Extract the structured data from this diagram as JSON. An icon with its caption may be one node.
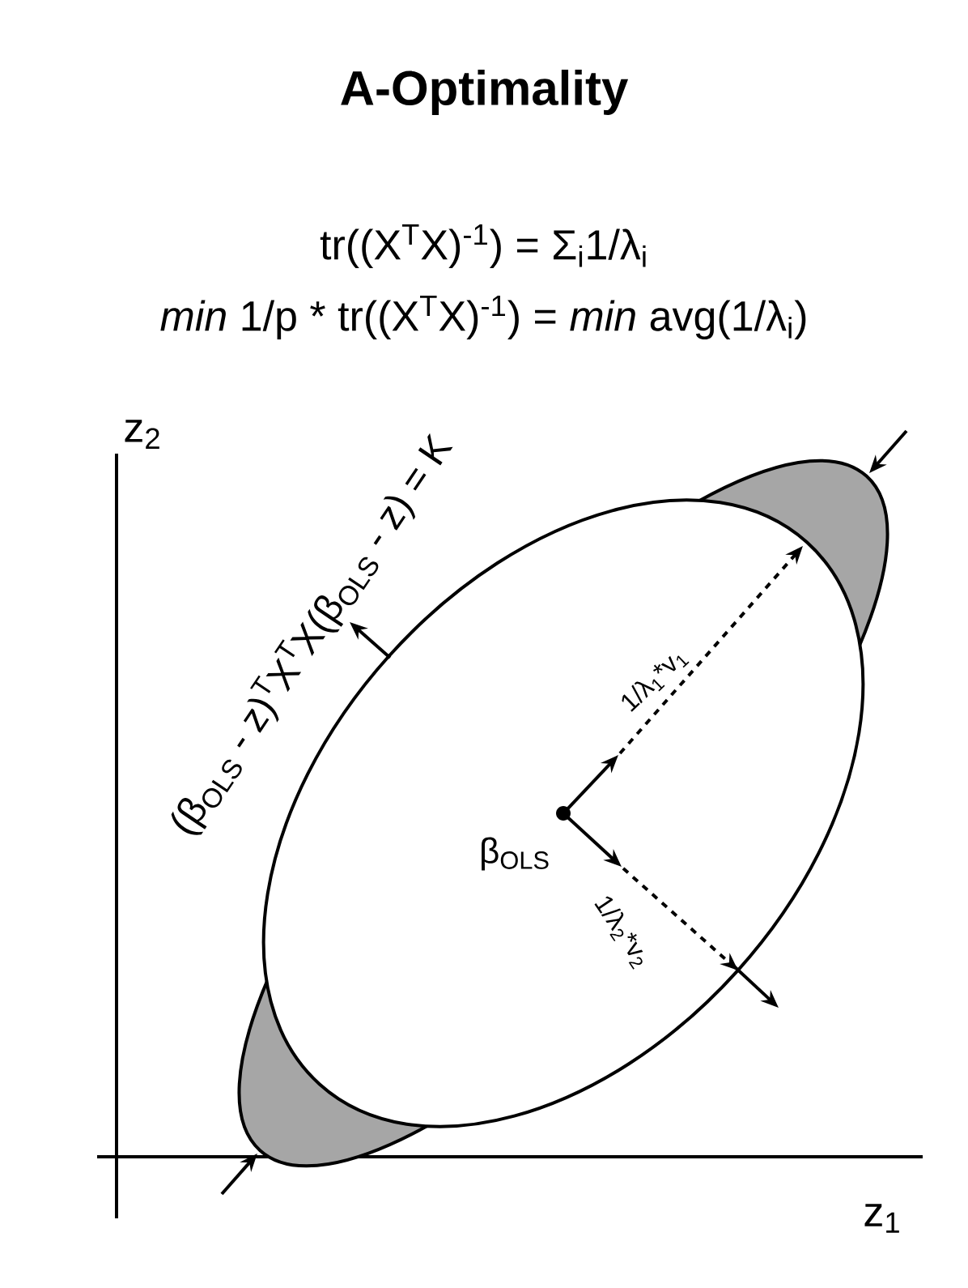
{
  "diagram": {
    "title": "A-Optimality",
    "labels": [
      "tr((X$^{T}$X)$^{-1}$) = Σ$_{i}$1/λ$_{i}$",
      "min",
      "1/p * tr((X$^{T}$X)$^{-1}$) =",
      "min",
      "avg(1/λ$_{i}$)",
      "z$_{2}$",
      "(β$_{OLS}$ - z)$^{T}$X$^{T}$X(β$_{OLS}$ - z) = K",
      "1/λ$_{1}$*v$_{1}$",
      "β$_{OLS}$",
      "1/λ$_{2}$*v$_{2}$",
      "z$_{1}$"
    ]
  }
}
